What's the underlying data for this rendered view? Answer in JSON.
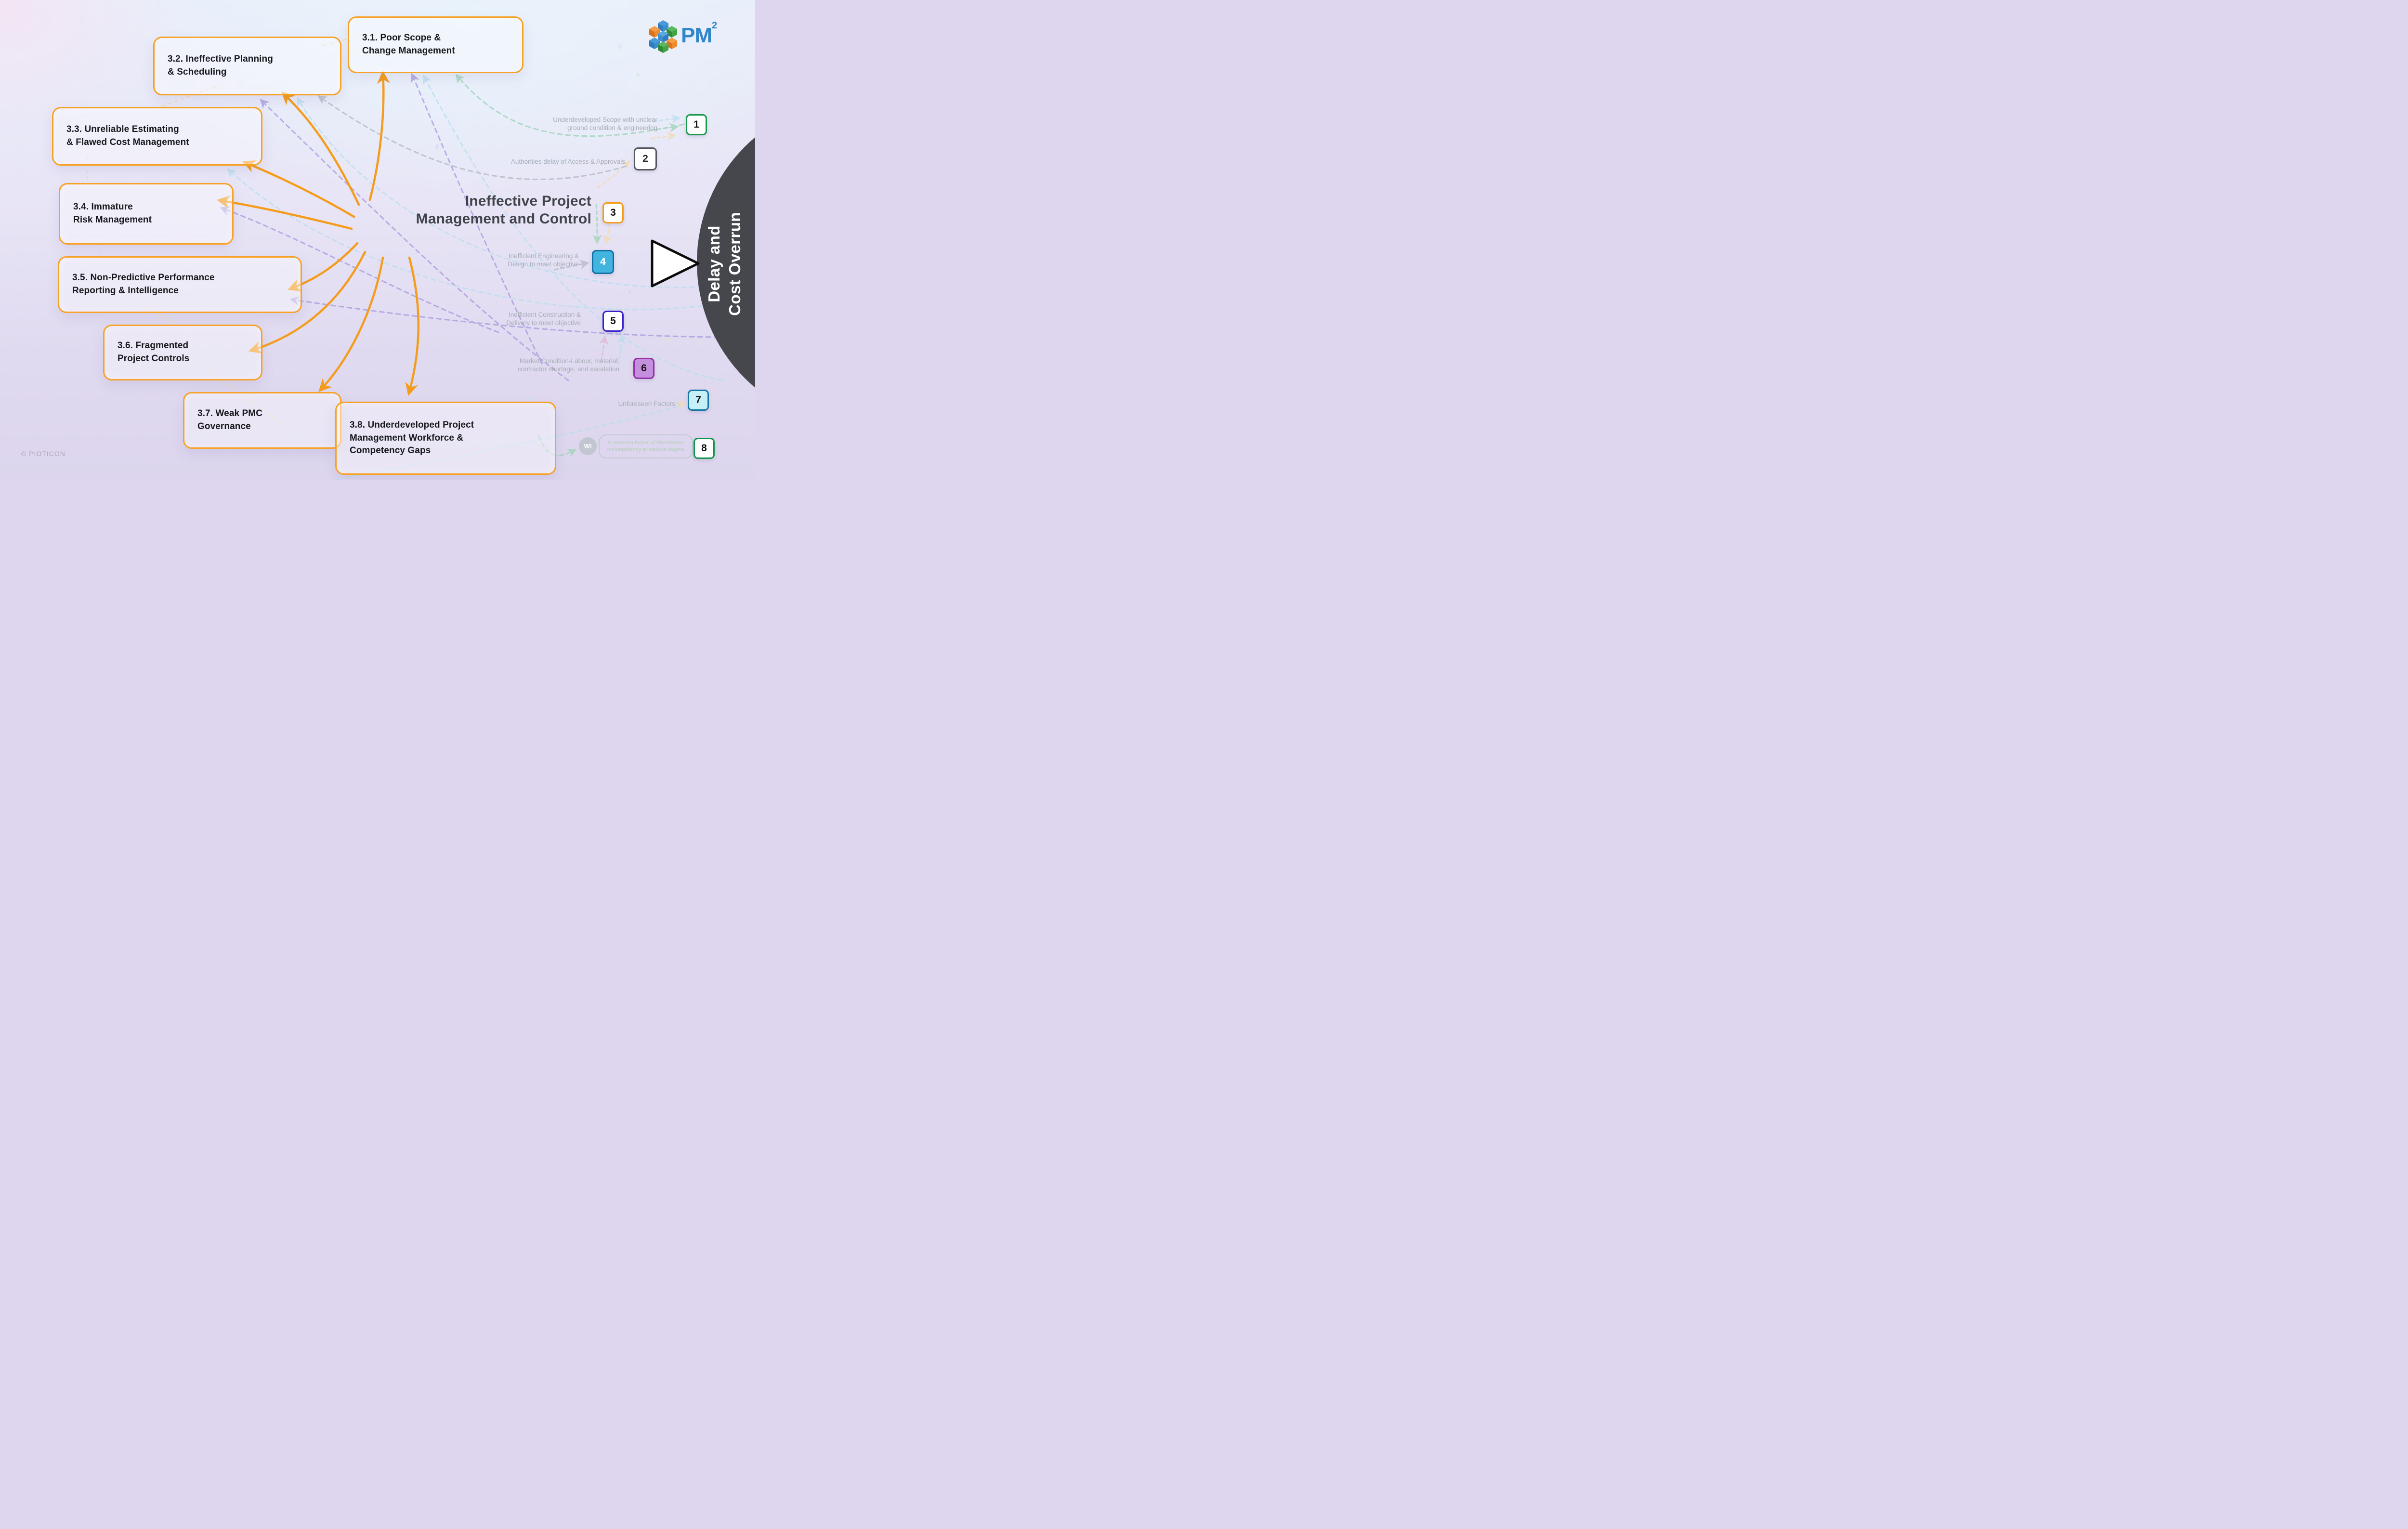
{
  "page": {
    "title": {
      "line1": "Ineffective Project",
      "line2": "Management and Control"
    },
    "copyright": "© PIOTICON",
    "logo": {
      "text": "PM",
      "superscript": "2"
    }
  },
  "issues": [
    {
      "id": "3.1",
      "lines": [
        "3.1. Poor Scope &",
        "Change Management"
      ]
    },
    {
      "id": "3.2",
      "lines": [
        "3.2. Ineffective Planning",
        "& Scheduling"
      ]
    },
    {
      "id": "3.3",
      "lines": [
        "3.3. Unreliable Estimating",
        "& Flawed Cost Management"
      ]
    },
    {
      "id": "3.4",
      "lines": [
        "3.4. Immature",
        "Risk Management"
      ]
    },
    {
      "id": "3.5",
      "lines": [
        "3.5. Non-Predictive Performance",
        "Reporting & Intelligence"
      ]
    },
    {
      "id": "3.6",
      "lines": [
        "3.6. Fragmented",
        "Project Controls"
      ]
    },
    {
      "id": "3.7",
      "lines": [
        "3.7. Weak PMC",
        "Governance"
      ]
    },
    {
      "id": "3.8",
      "lines": [
        "3.8. Underdeveloped Project",
        "Management Workforce &",
        "Competency Gaps"
      ]
    }
  ],
  "causes": [
    {
      "num": "1",
      "lines": [
        "Underdeveloped Scope with unclear",
        "ground condition & engineering"
      ],
      "badge": {
        "bg": "#ffffff",
        "border": "#189a4c",
        "text": "#111111"
      }
    },
    {
      "num": "2",
      "lines": [
        "Authorities delay of Access & Approvals"
      ],
      "badge": {
        "bg": "#ffffff",
        "border": "#53555e",
        "text": "#26272b"
      }
    },
    {
      "num": "3",
      "lines": [],
      "badge": {
        "bg": "#ffffff",
        "border": "#f59c1c",
        "text": "#111111"
      }
    },
    {
      "num": "4",
      "lines": [
        "Inefficient Engineering &",
        "Design to meet objective"
      ],
      "badge": {
        "bg": "#41b5e0",
        "border": "#146fa4",
        "text": "#ffffff"
      }
    },
    {
      "num": "5",
      "lines": [
        "Inefficient Construction &",
        "Delivery to meet objective"
      ],
      "badge": {
        "bg": "#ffffff",
        "border": "#3823c8",
        "text": "#111111"
      }
    },
    {
      "num": "6",
      "lines": [
        "Market Condition-Labour, material,",
        "contractor shortage, and escalation"
      ],
      "badge": {
        "bg": "#c48fdd",
        "border": "#9230a6",
        "text": "#141414"
      }
    },
    {
      "num": "7",
      "lines": [
        "Unforeseen Factors"
      ],
      "badge": {
        "bg": "#c5f0f8",
        "border": "#1677a6",
        "text": "#111111"
      }
    },
    {
      "num": "8",
      "lines": [
        "A common factor of Workforce+",
        "Incompetency at various degree"
      ],
      "badge": {
        "bg": "#ffffff",
        "border": "#12944d",
        "text": "#111111"
      }
    }
  ],
  "outcome": {
    "line1": "Delay and",
    "line2": "Cost Overrun"
  },
  "wi": {
    "label": "WI"
  },
  "colors": {
    "accent_orange": "#f59c1c",
    "title_text": "#42444c",
    "box_text": "#17181c",
    "cause_label_gray": "#a7adb8",
    "outcome_bg": "#46474c",
    "dash_purple": "#ab9ce0",
    "dash_blue": "#badef0",
    "dash_green": "#9fd4b8",
    "dash_tan": "#f3d9b2",
    "dash_gray": "#b4bac4",
    "dash_pink": "#ddb9d6",
    "logo_blue": "#2f86c8",
    "logo_orange": "#ef8b2d",
    "logo_green": "#41a546"
  }
}
